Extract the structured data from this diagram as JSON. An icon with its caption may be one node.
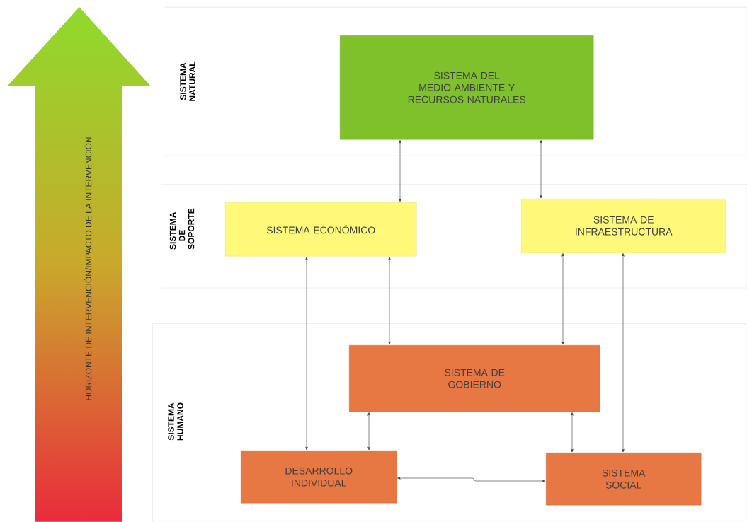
{
  "diagram": {
    "nodes": [
      {
        "text": [
          "HORIZONTE DE INTERVENCIÓN/IMPACTO DE LA INTERVENCIÓN"
        ]
      },
      {
        "text": [
          "SISTEMA NATURAL"
        ]
      },
      {
        "text": [
          "SISTEMA DEL MEDIO AMBIENTE Y RECURSOS NATURALES"
        ],
        "in": 1
      },
      {
        "text": [
          "SISTEMA DE SOPORTE"
        ]
      },
      {
        "text": [
          "SISTEMA ECONÓMICO"
        ],
        "in": 3
      },
      {
        "text": [
          "SISTEMA DE INFRAESTRUCTURA"
        ],
        "in": 3
      },
      {
        "text": [
          "SISTEMA HUMANO"
        ]
      },
      {
        "text": [
          "SISTEMA DE GOBIERNO"
        ],
        "in": 6
      },
      {
        "text": [
          "DESARROLLO INDIVIDUAL"
        ],
        "in": 6
      },
      {
        "text": [
          "SISTEMA SOCIAL"
        ],
        "in": 6
      }
    ],
    "edges": [
      {
        "from": 2,
        "to": 4,
        "arrow": "both"
      },
      {
        "from": 2,
        "to": 5,
        "arrow": "both"
      },
      {
        "from": 4,
        "to": 8,
        "arrow": "both"
      },
      {
        "from": 4,
        "to": 7,
        "arrow": "both"
      },
      {
        "from": 5,
        "to": 7,
        "arrow": "both"
      },
      {
        "from": 5,
        "to": 9,
        "arrow": "both"
      },
      {
        "from": 7,
        "to": 8,
        "arrow": "both"
      },
      {
        "from": 7,
        "to": 9,
        "arrow": "both"
      },
      {
        "from": 8,
        "to": 9,
        "arrow": "both"
      }
    ]
  }
}
